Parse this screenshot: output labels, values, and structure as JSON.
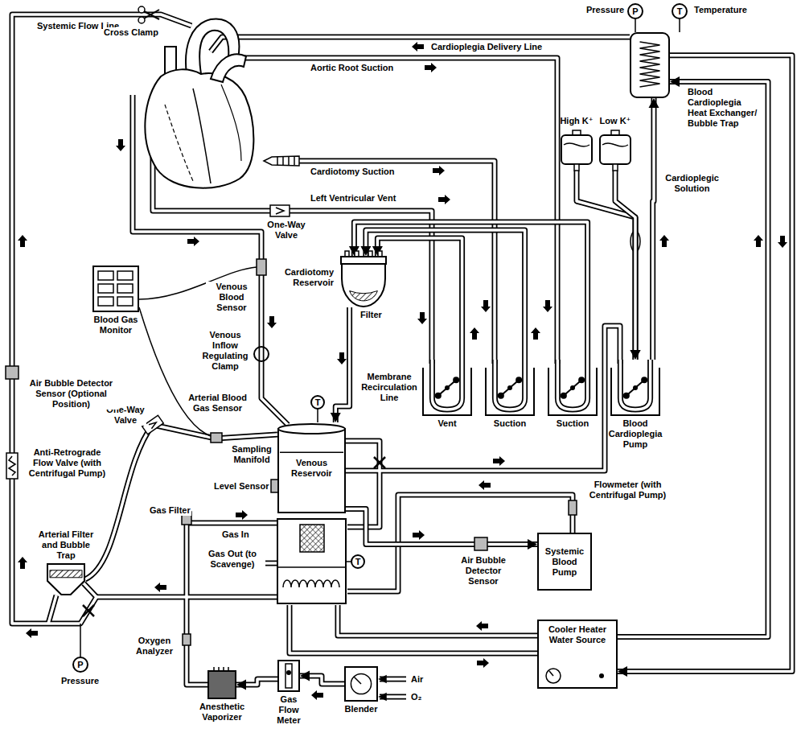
{
  "diagram": {
    "nodes": [
      {
        "text": [
          "Blood Gas Monitor"
        ]
      },
      {
        "text": [
          "Cardiotomy Reservoir",
          "Filter"
        ]
      },
      {
        "text": [
          "High K⁺"
        ]
      },
      {
        "text": [
          "Low K⁺"
        ]
      },
      {
        "text": [
          "Blood Cardioplegia Heat Exchanger/ Bubble Trap"
        ]
      },
      {
        "text": [
          "Vent"
        ]
      },
      {
        "text": [
          "Suction"
        ]
      },
      {
        "text": [
          "Suction"
        ]
      },
      {
        "text": [
          "Blood Cardioplegia Pump"
        ]
      },
      {
        "text": [
          "Venous Reservoir"
        ]
      },
      {
        "text": [
          "Systemic Blood Pump"
        ]
      },
      {
        "text": [
          "Cooler Heater Water Source"
        ]
      },
      {
        "text": [
          "Arterial Filter and Bubble Trap"
        ]
      },
      {
        "text": [
          "Blender"
        ]
      },
      {
        "text": [
          "Gas Flow Meter"
        ]
      },
      {
        "text": [
          "Anesthetic Vaporizer"
        ]
      }
    ],
    "edges": [
      {
        "from": 5,
        "to": 1,
        "arrow": "to"
      },
      {
        "from": 6,
        "to": 1,
        "arrow": "to"
      },
      {
        "from": 7,
        "to": 1,
        "arrow": "to"
      },
      {
        "from": 1,
        "to": 9,
        "arrow": "to"
      },
      {
        "from": 9,
        "to": 10,
        "arrow": "to"
      },
      {
        "from": 8,
        "to": 4,
        "arrow": "to"
      },
      {
        "from": 2,
        "to": 8,
        "arrow": "to"
      },
      {
        "from": 3,
        "to": 8,
        "arrow": "to"
      },
      {
        "from": 11,
        "to": 4,
        "arrow": "to"
      },
      {
        "from": 4,
        "to": 11,
        "arrow": "to"
      },
      {
        "from": 13,
        "to": 14,
        "arrow": "to"
      },
      {
        "from": 14,
        "to": 15,
        "arrow": "to"
      }
    ],
    "labels": [
      "Systemic Flow Line",
      "Cross Clamp",
      "Cardioplegia Delivery Line",
      "Pressure",
      "P",
      "Temperature",
      "T",
      "Aortic Root Suction",
      "Cardiotomy Suction",
      "Left Ventricular Vent",
      "One-Way Valve",
      "Cardioplegic Solution",
      "Venous Blood Sensor",
      "Venous Inflow Regulating Clamp",
      "Arterial Blood Gas Sensor",
      "Sampling Manifold",
      "T",
      "Membrane Recirculation Line",
      "One-Way Valve",
      "Air Bubble Detector Sensor (Optional Position)",
      "Anti-Retrograde Flow Valve (with Centrifugal Pump)",
      "Level Sensor",
      "Gas Filter",
      "Gas In",
      "Gas Out (to Scavenge)",
      "T",
      "Air Bubble Detector Sensor",
      "Flowmeter (with Centrifugal Pump)",
      "Oxygen Analyzer",
      "Pressure",
      "P",
      "Air",
      "O₂"
    ]
  }
}
